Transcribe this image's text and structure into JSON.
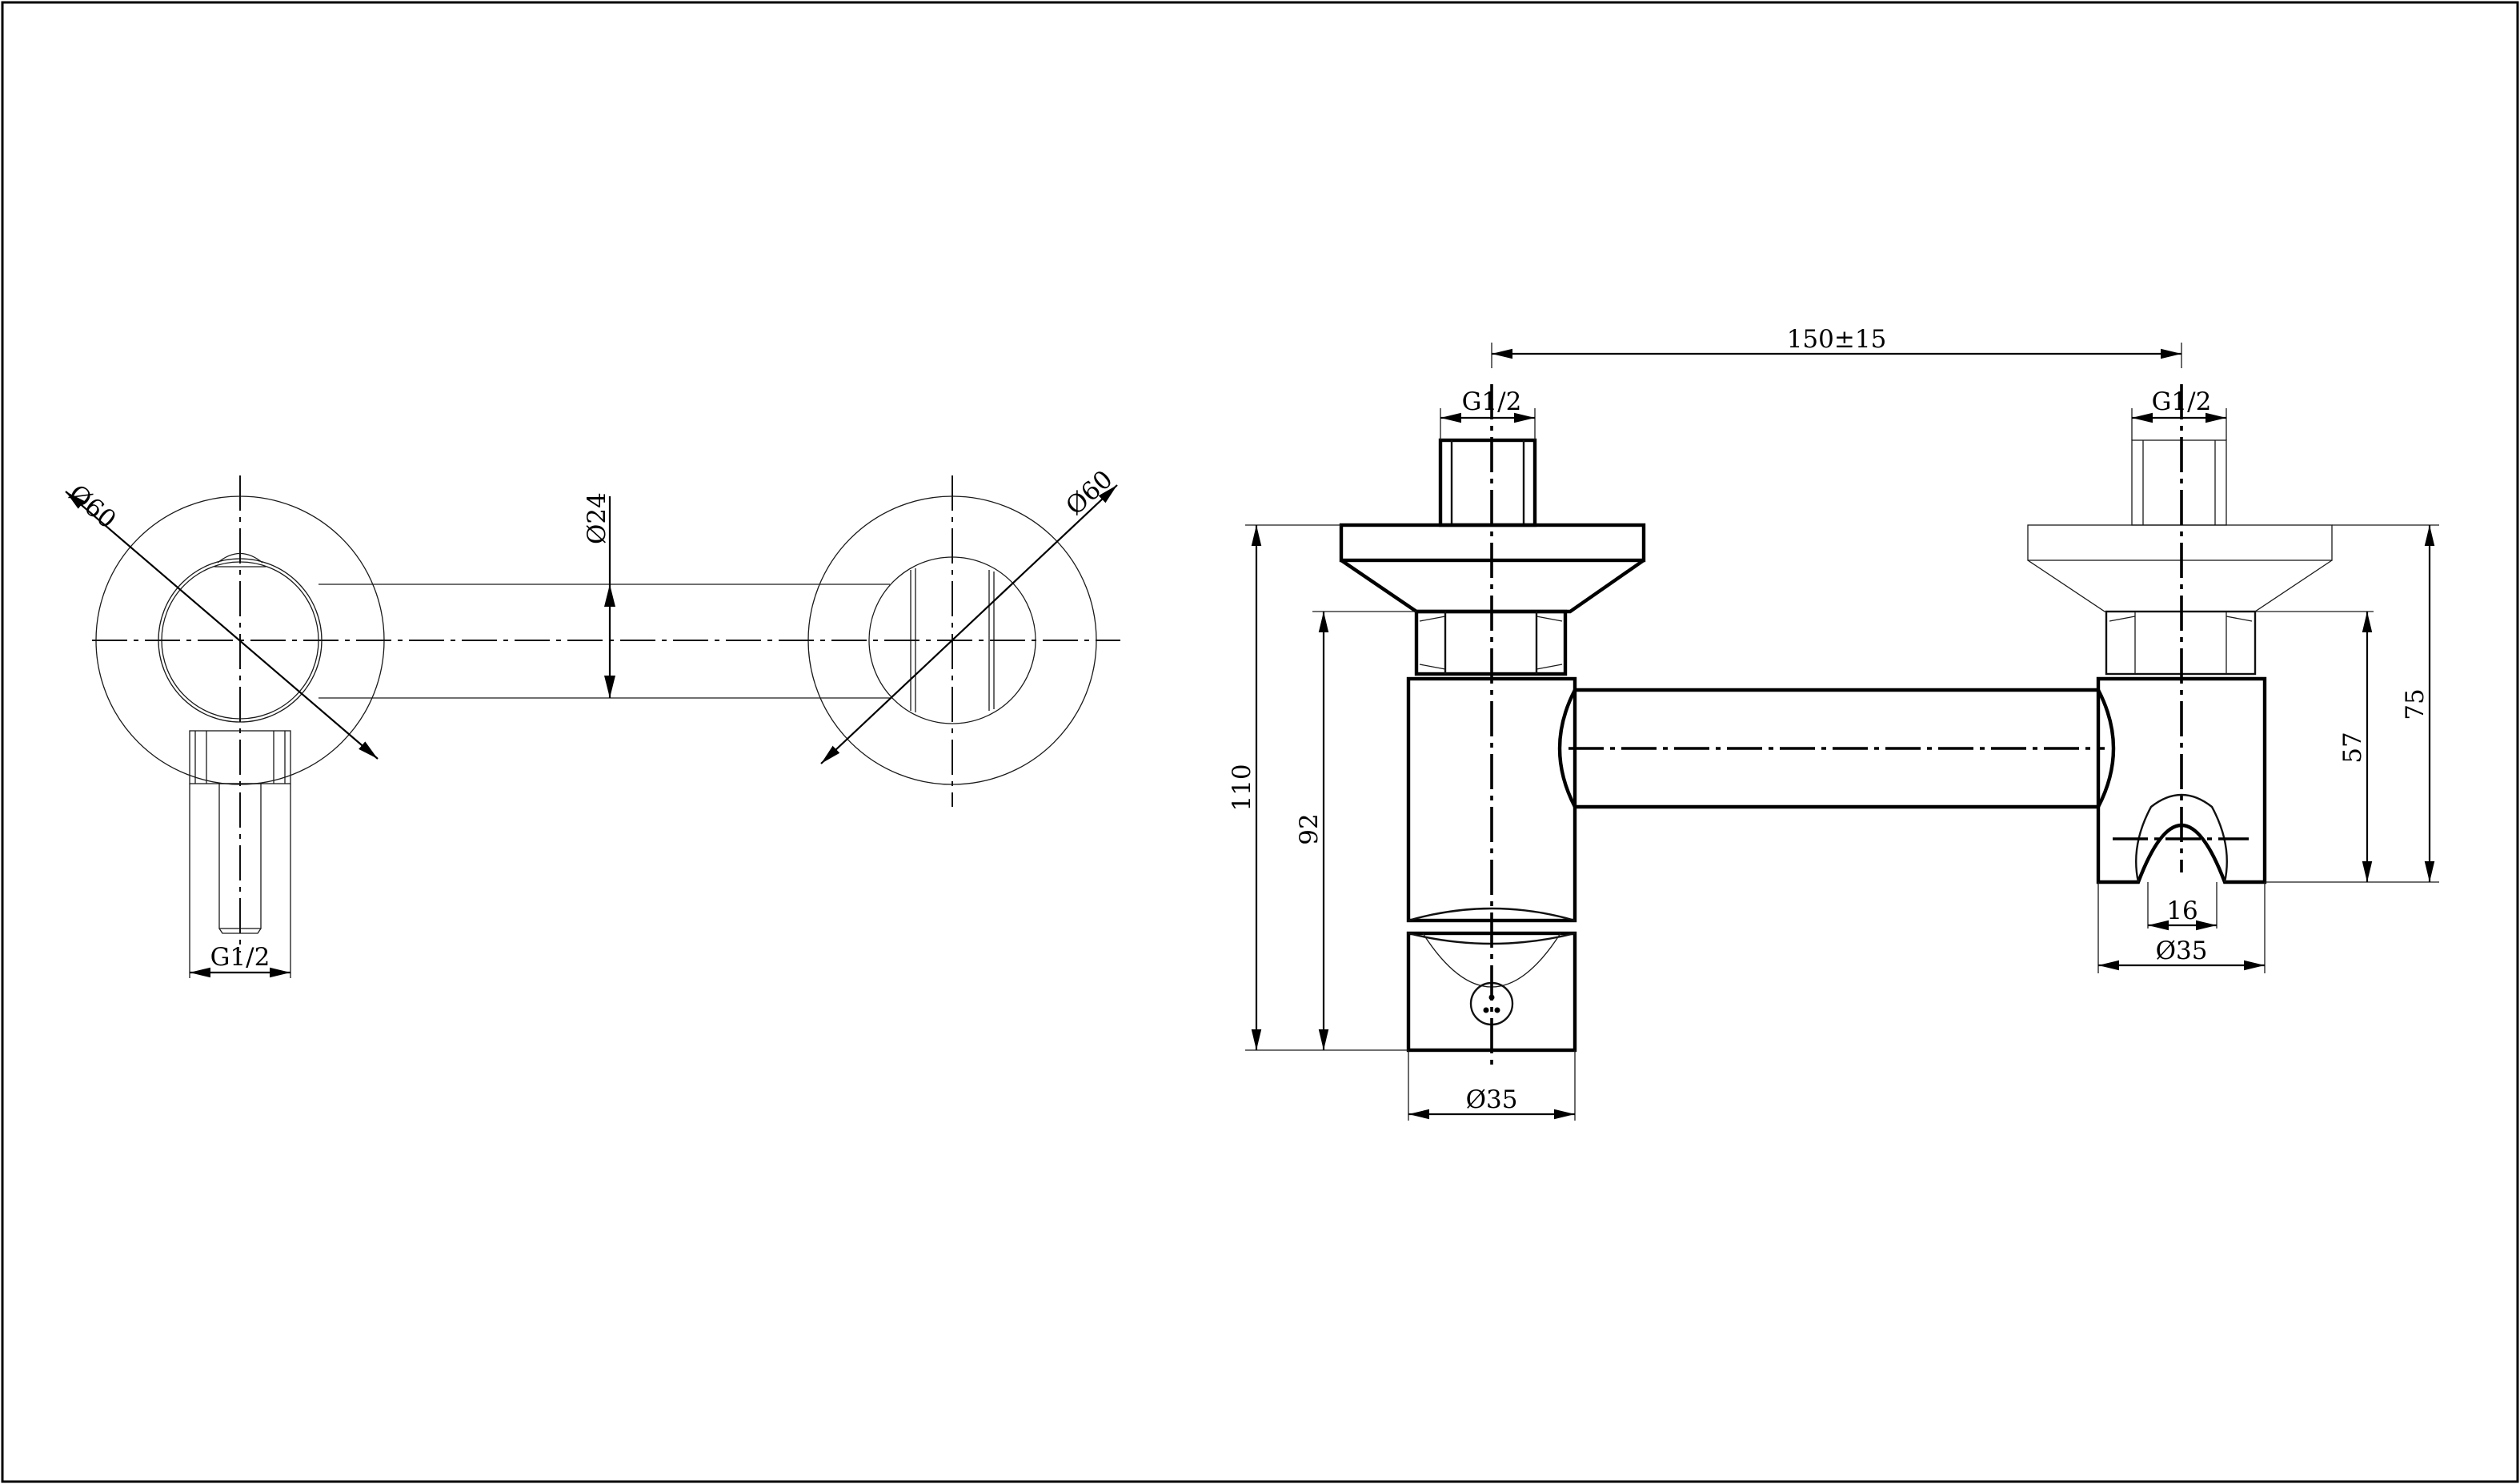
{
  "labels": {
    "left_dia_a": "Ø60",
    "left_dia_b": "Ø60",
    "left_pipe_dia": "Ø24",
    "left_thread": "G1/2",
    "top_spacing": "150±15",
    "thread_left": "G1/2",
    "thread_right": "G1/2",
    "height_total": "110",
    "height_body": "92",
    "height_outlet": "57",
    "height_right": "75",
    "body_dia": "Ø35",
    "outlet_dia": "Ø35",
    "outlet_width": "16"
  }
}
